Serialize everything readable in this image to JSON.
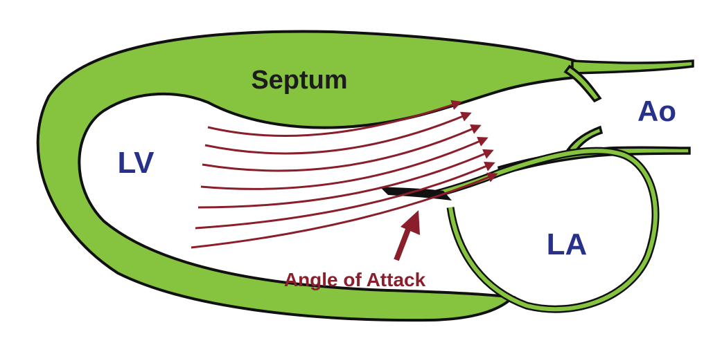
{
  "labels": {
    "septum": "Septum",
    "lv": "LV",
    "ao": "Ao",
    "la": "LA",
    "angle_of_attack": "Angle of Attack"
  },
  "colors": {
    "tissue_green": "#86c43f",
    "outline": "#111111",
    "flow_red": "#8b1e2b",
    "chamber_blue": "#27318a",
    "text_dark": "#1c1c1c",
    "background": "#ffffff"
  },
  "icons": {
    "flow_lines": "flow-arrow-icon",
    "pointer": "pointer-arrow-icon"
  }
}
